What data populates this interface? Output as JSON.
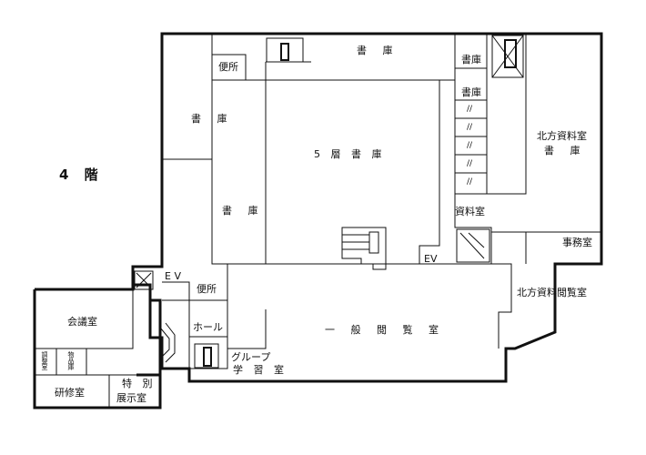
{
  "floor_label": "4 階",
  "rooms": {
    "toilet_top": "便所",
    "stack_top_center": "書 庫",
    "stack_top_right": "書庫",
    "stack_right_col": "書庫",
    "stack_left_upper": "書 庫",
    "stack_fifth_layer": "5 層 書 庫",
    "stack_left_lower": "書 庫",
    "northern_archive_line1": "北方資料室",
    "northern_archive_line2": "書 庫",
    "ditto_marks": [
      "//",
      "//",
      "//",
      "//",
      "//"
    ],
    "archive_room": "資料室",
    "office": "事務室",
    "ev_upper": "EV",
    "ev_lower": "E V",
    "toilet_lower": "便所",
    "hall": "ホール",
    "general_reading": "一 般 閲 覧 室",
    "northern_reading": "北方資料閲覧室",
    "group_study_line1": "グループ",
    "group_study_line2": "学 習 室",
    "conference": "会議室",
    "adjust_room": "調整室",
    "storage_room": "物品庫",
    "training": "研修室",
    "special_line1": "特 別",
    "special_line2": "展示室"
  }
}
